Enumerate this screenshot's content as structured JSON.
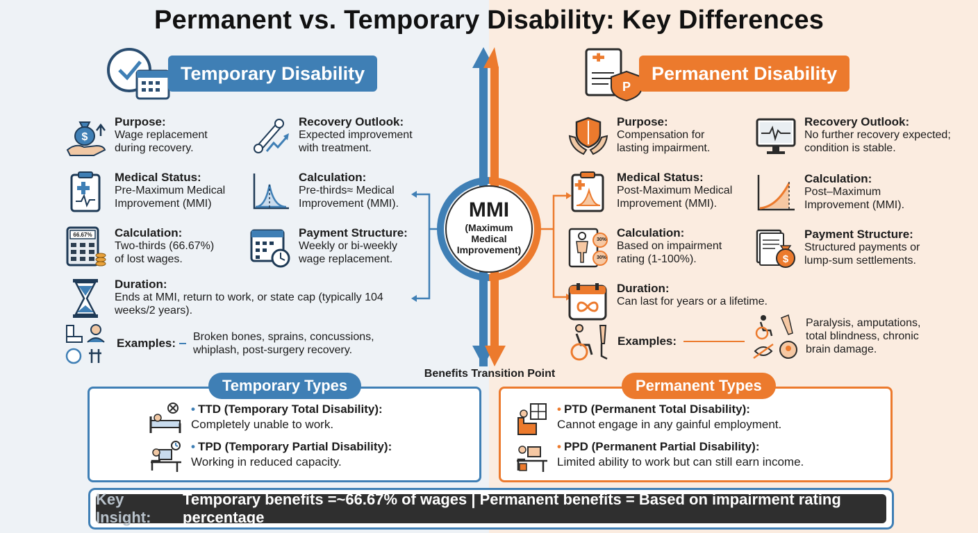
{
  "title": "Permanent vs. Temporary Disability: Key Differences",
  "colors": {
    "blue": "#3f7fb5",
    "orange": "#ec7a2d",
    "dark": "#2f2f2f"
  },
  "center": {
    "mmi": "MMI",
    "mmi_full": "(Maximum Medical Improvement)",
    "transition": "Benefits Transition Point"
  },
  "temporary": {
    "header": "Temporary Disability",
    "items": [
      {
        "icon": "money-bag-hand-icon",
        "heading": "Purpose:",
        "body": "Wage replacement during recovery."
      },
      {
        "icon": "bone-recovery-icon",
        "heading": "Recovery Outlook:",
        "body": "Expected improvement with treatment."
      },
      {
        "icon": "clipboard-medical-icon",
        "heading": "Medical Status:",
        "body": "Pre-Maximum Medical Improvement (MMI)"
      },
      {
        "icon": "bell-curve-icon",
        "heading": "Calculation:",
        "body": "Pre-thirds≈ Medical Improvement (MMI)."
      },
      {
        "icon": "calculator-icon",
        "heading": "Calculation:",
        "body": "Two-thirds (66.67%) of lost wages.",
        "badge": "66.67%"
      },
      {
        "icon": "calendar-clock-icon",
        "heading": "Payment Structure:",
        "body": "Weekly or bi-weekly wage replacement."
      },
      {
        "icon": "hourglass-icon",
        "heading": "Duration:",
        "body": "Ends at MMI, return to work, or state cap (typically 104 weeks/2 years)."
      }
    ],
    "examples_label": "Examples:",
    "examples_text": "Broken bones, sprains, concussions, whiplash, post-surgery recovery.",
    "types_tab": "Temporary Types",
    "types": [
      {
        "icon": "bed-patient-icon",
        "heading": "TTD (Temporary Total Disability):",
        "body": "Completely unable to work."
      },
      {
        "icon": "desk-worker-icon",
        "heading": "TPD (Temporary Partial Disability):",
        "body": "Working in reduced capacity."
      }
    ]
  },
  "permanent": {
    "header": "Permanent Disability",
    "items": [
      {
        "icon": "shield-hands-icon",
        "heading": "Purpose:",
        "body": "Compensation for lasting impairment."
      },
      {
        "icon": "monitor-heartbeat-icon",
        "heading": "Recovery Outlook:",
        "body": "No further recovery expected; condition is stable."
      },
      {
        "icon": "clipboard-chart-icon",
        "heading": "Medical Status:",
        "body": "Post-Maximum Medical Improvement (MMI)."
      },
      {
        "icon": "rising-curve-icon",
        "heading": "Calculation:",
        "body": "Post–Maximum Improvement (MMI)."
      },
      {
        "icon": "body-rating-icon",
        "heading": "Calculation:",
        "body": "Based on impairment rating (1-100%).",
        "badge_top": "30%",
        "badge_bottom": "30%"
      },
      {
        "icon": "money-documents-icon",
        "heading": "Payment Structure:",
        "body": "Structured payments or lump-sum settlements."
      },
      {
        "icon": "calendar-infinity-icon",
        "heading": "Duration:",
        "body": "Can last for years or a lifetime."
      }
    ],
    "examples_label": "Examples:",
    "examples_text": "Paralysis, amputations, total blindness, chronic brain damage.",
    "types_tab": "Permanent Types",
    "types": [
      {
        "icon": "armchair-window-icon",
        "heading": "PTD (Permanent Total Disability):",
        "body": "Cannot engage in any gainful employment."
      },
      {
        "icon": "desk-person-icon",
        "heading": "PPD (Permanent Partial Disability):",
        "body": "Limited ability to work but can still earn income."
      }
    ]
  },
  "insight": {
    "label": "Key Insight:",
    "text": "Temporary benefits =~66.67% of wages | Permanent benefits = Based on impairment rating percentage"
  }
}
